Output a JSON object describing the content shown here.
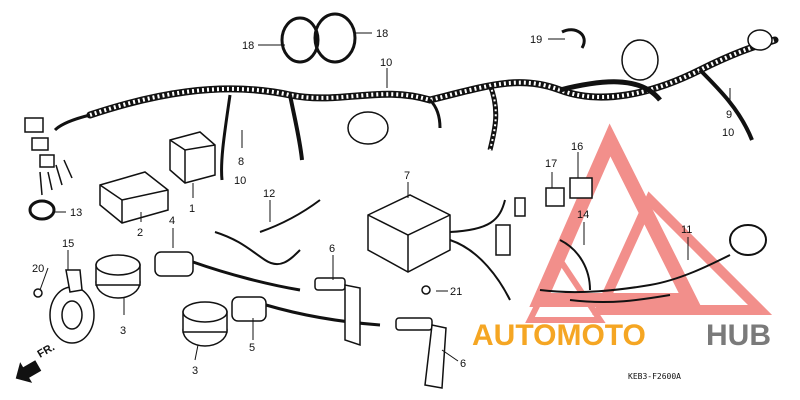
{
  "diagram": {
    "part_numbers": [
      "1",
      "2",
      "3",
      "4",
      "5",
      "6",
      "7",
      "8",
      "9",
      "10",
      "11",
      "12",
      "13",
      "14",
      "15",
      "16",
      "17",
      "18",
      "19",
      "20",
      "21"
    ],
    "labels": {
      "p1": "1",
      "p2": "2",
      "p3a": "3",
      "p3b": "3",
      "p4": "4",
      "p5": "5",
      "p6a": "6",
      "p6b": "6",
      "p7": "7",
      "p8": "8",
      "p9": "9",
      "p10a": "10",
      "p10b": "10",
      "p10c": "10",
      "p11": "11",
      "p12": "12",
      "p13": "13",
      "p14": "14",
      "p15": "15",
      "p16": "16",
      "p17": "17",
      "p18a": "18",
      "p18b": "18",
      "p19": "19",
      "p20": "20",
      "p21": "21"
    },
    "direction_label": "FR.",
    "diagram_code": "KEB3-F2600A"
  },
  "watermark": {
    "word_a": "AUTOMOTO",
    "word_b": "HUB",
    "color_a": "#f5a623",
    "color_b": "#7a7a7a",
    "triangle_color": "#e8352e"
  }
}
